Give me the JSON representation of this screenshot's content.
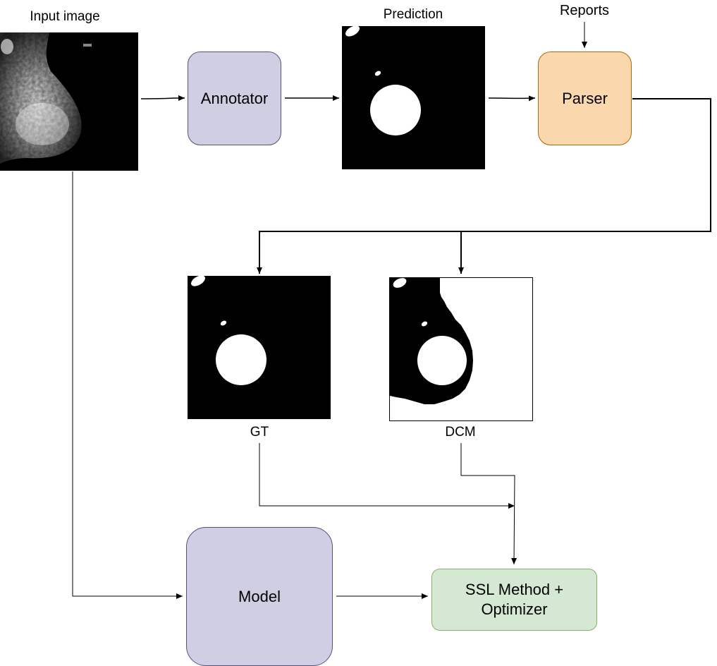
{
  "labels": {
    "input_image": "Input image",
    "prediction": "Prediction",
    "reports": "Reports",
    "gt": "GT",
    "dcm": "DCM"
  },
  "boxes": {
    "annotator": "Annotator",
    "parser": "Parser",
    "model": "Model",
    "ssl_line1": "SSL Method +",
    "ssl_line2": "Optimizer"
  },
  "colors": {
    "annotator_fill": "#d0cee2",
    "annotator_border": "#56517e",
    "parser_fill": "#fad7ac",
    "parser_border": "#b46504",
    "model_fill": "#d0cee2",
    "ssl_fill": "#d5e8d4",
    "ssl_border": "#82b366"
  },
  "images": {
    "input_image": "mammogram-image",
    "prediction": "prediction-mask",
    "gt": "ground-truth-mask",
    "dcm": "dcm-mask"
  }
}
